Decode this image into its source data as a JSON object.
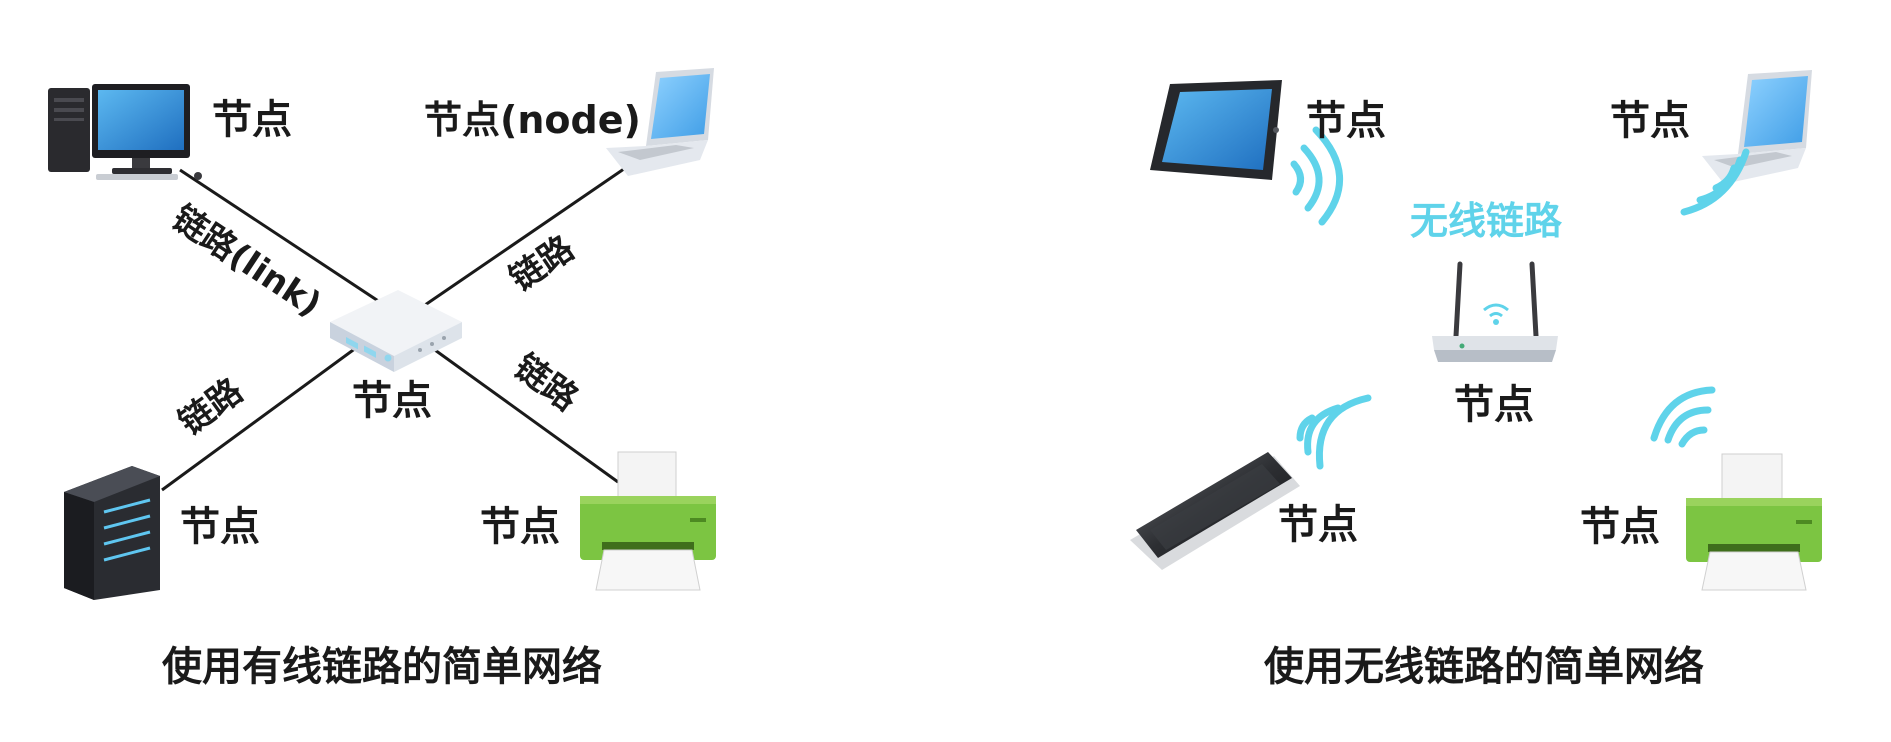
{
  "wired": {
    "node_labels": {
      "desktop": "节点",
      "laptop": "节点(node)",
      "switch": "节点",
      "server": "节点",
      "printer": "节点"
    },
    "link_labels": {
      "top_left": "链路(link)",
      "top_right": "链路",
      "bottom_left": "链路",
      "bottom_right": "链路"
    },
    "caption": "使用有线链路的简单网络"
  },
  "wireless": {
    "node_labels": {
      "tablet": "节点",
      "laptop": "节点",
      "router": "节点",
      "phone": "节点",
      "printer": "节点"
    },
    "link_label": "无线链路",
    "caption": "使用无线链路的简单网络"
  },
  "colors": {
    "text": "#1a1a1a",
    "wireless_accent": "#5fd3ea",
    "printer_green": "#7cc542",
    "screen_blue": "#2f8fd8",
    "link_line": "#1a1a1a"
  },
  "icons": {
    "desktop": "desktop-computer-icon",
    "laptop": "laptop-icon",
    "switch": "network-switch-icon",
    "server": "server-tower-icon",
    "printer": "printer-icon",
    "tablet": "tablet-icon",
    "phone": "smartphone-icon",
    "router": "wifi-router-icon",
    "wifi_signal": "wifi-signal-icon"
  }
}
